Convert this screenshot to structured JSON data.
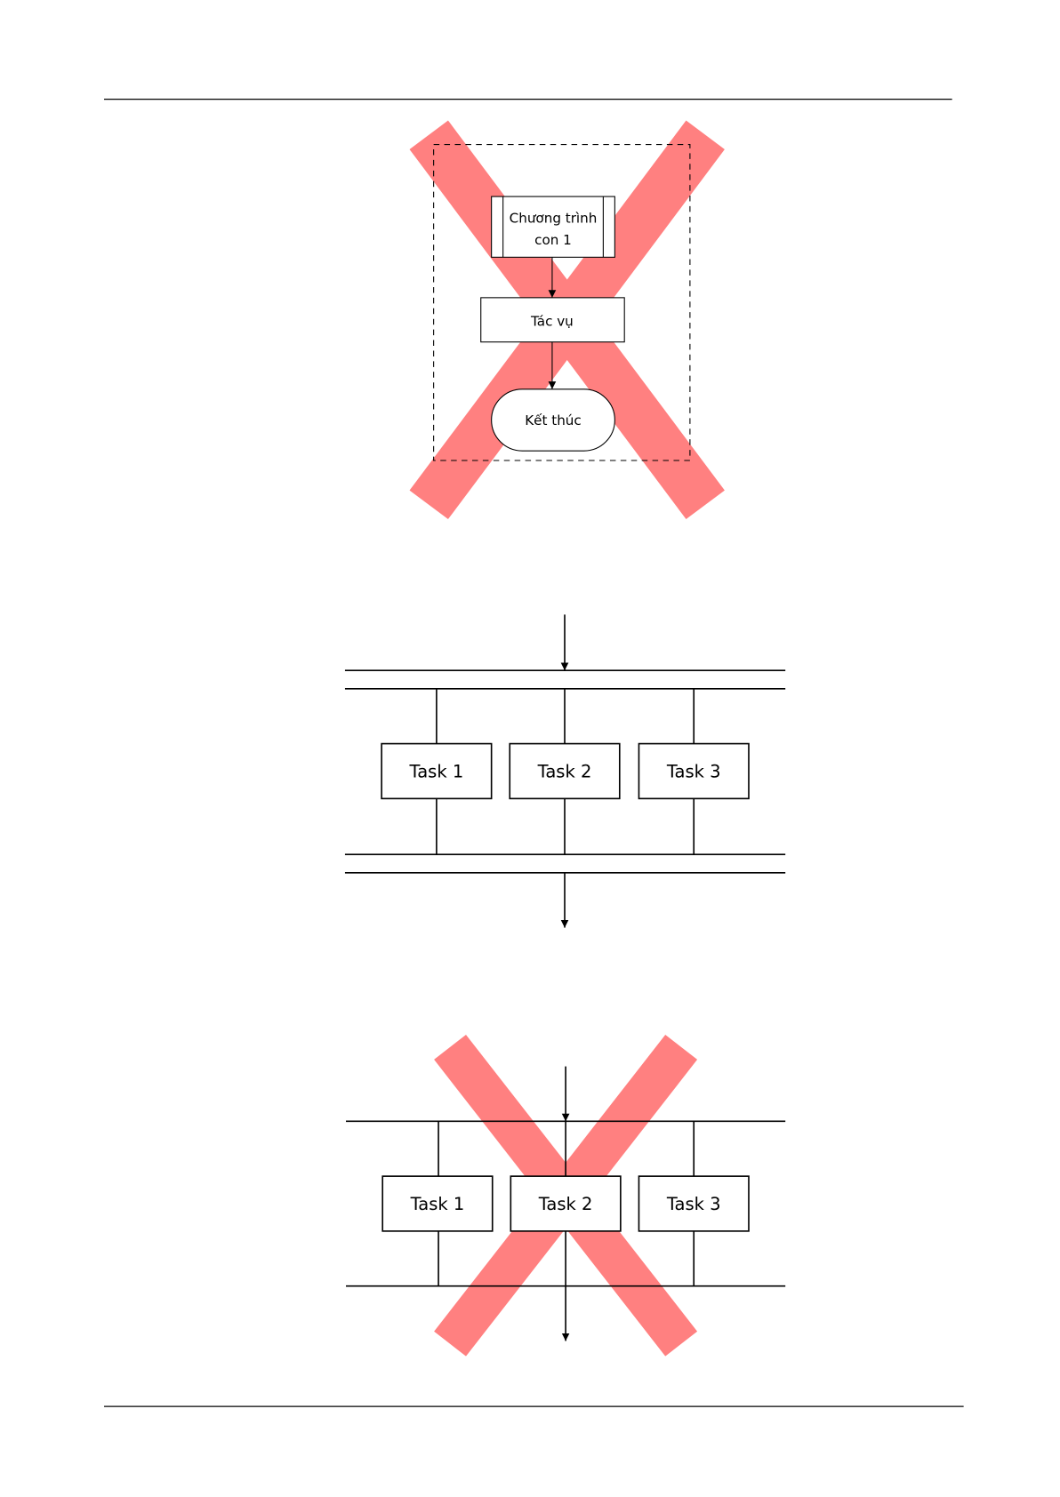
{
  "colors": {
    "cross": "#ff8080",
    "line": "#000000"
  },
  "diagram1": {
    "subroutine_line1": "Chương trình",
    "subroutine_line2": "con 1",
    "task": "Tác vụ",
    "terminal": "Kết thúc",
    "crossed_out": true
  },
  "diagram2": {
    "tasks": [
      "Task 1",
      "Task 2",
      "Task 3"
    ],
    "crossed_out": false
  },
  "diagram3": {
    "tasks": [
      "Task 1",
      "Task 2",
      "Task 3"
    ],
    "crossed_out": true
  }
}
